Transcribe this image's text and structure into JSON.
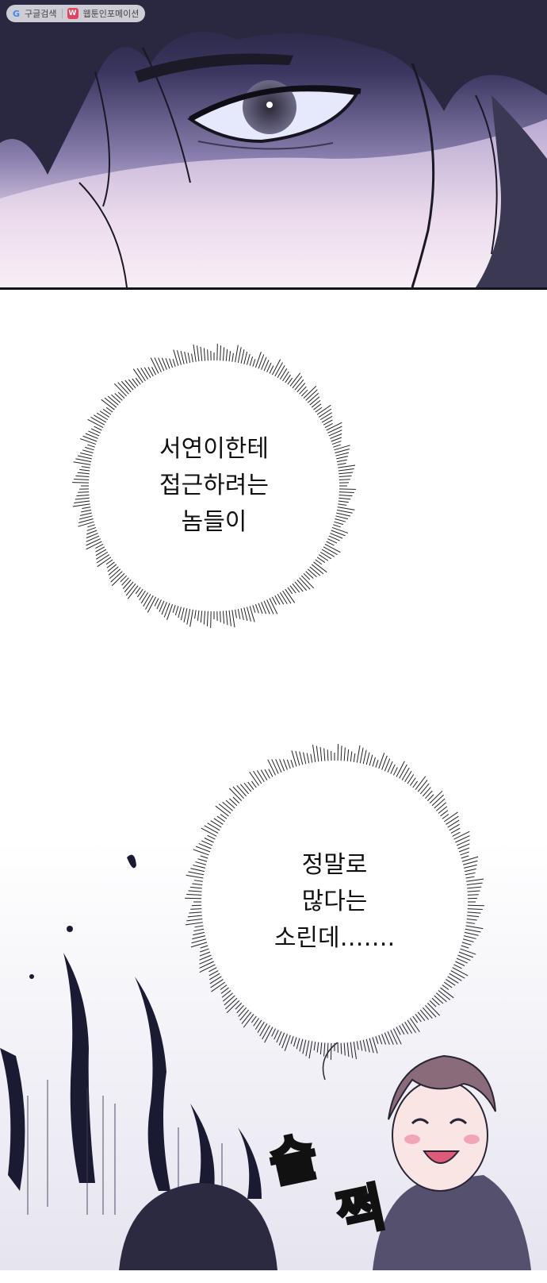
{
  "watermark": {
    "google_label": "구글검색",
    "site_label": "웹툰인포메이션"
  },
  "bubble1": {
    "lines": [
      "서연이한테",
      "접근하려는",
      "놈들이"
    ]
  },
  "bubble2": {
    "lines": [
      "정말로",
      "많다는",
      "소린데……."
    ]
  },
  "sfx": {
    "chars": [
      "슬",
      "쩍"
    ]
  }
}
